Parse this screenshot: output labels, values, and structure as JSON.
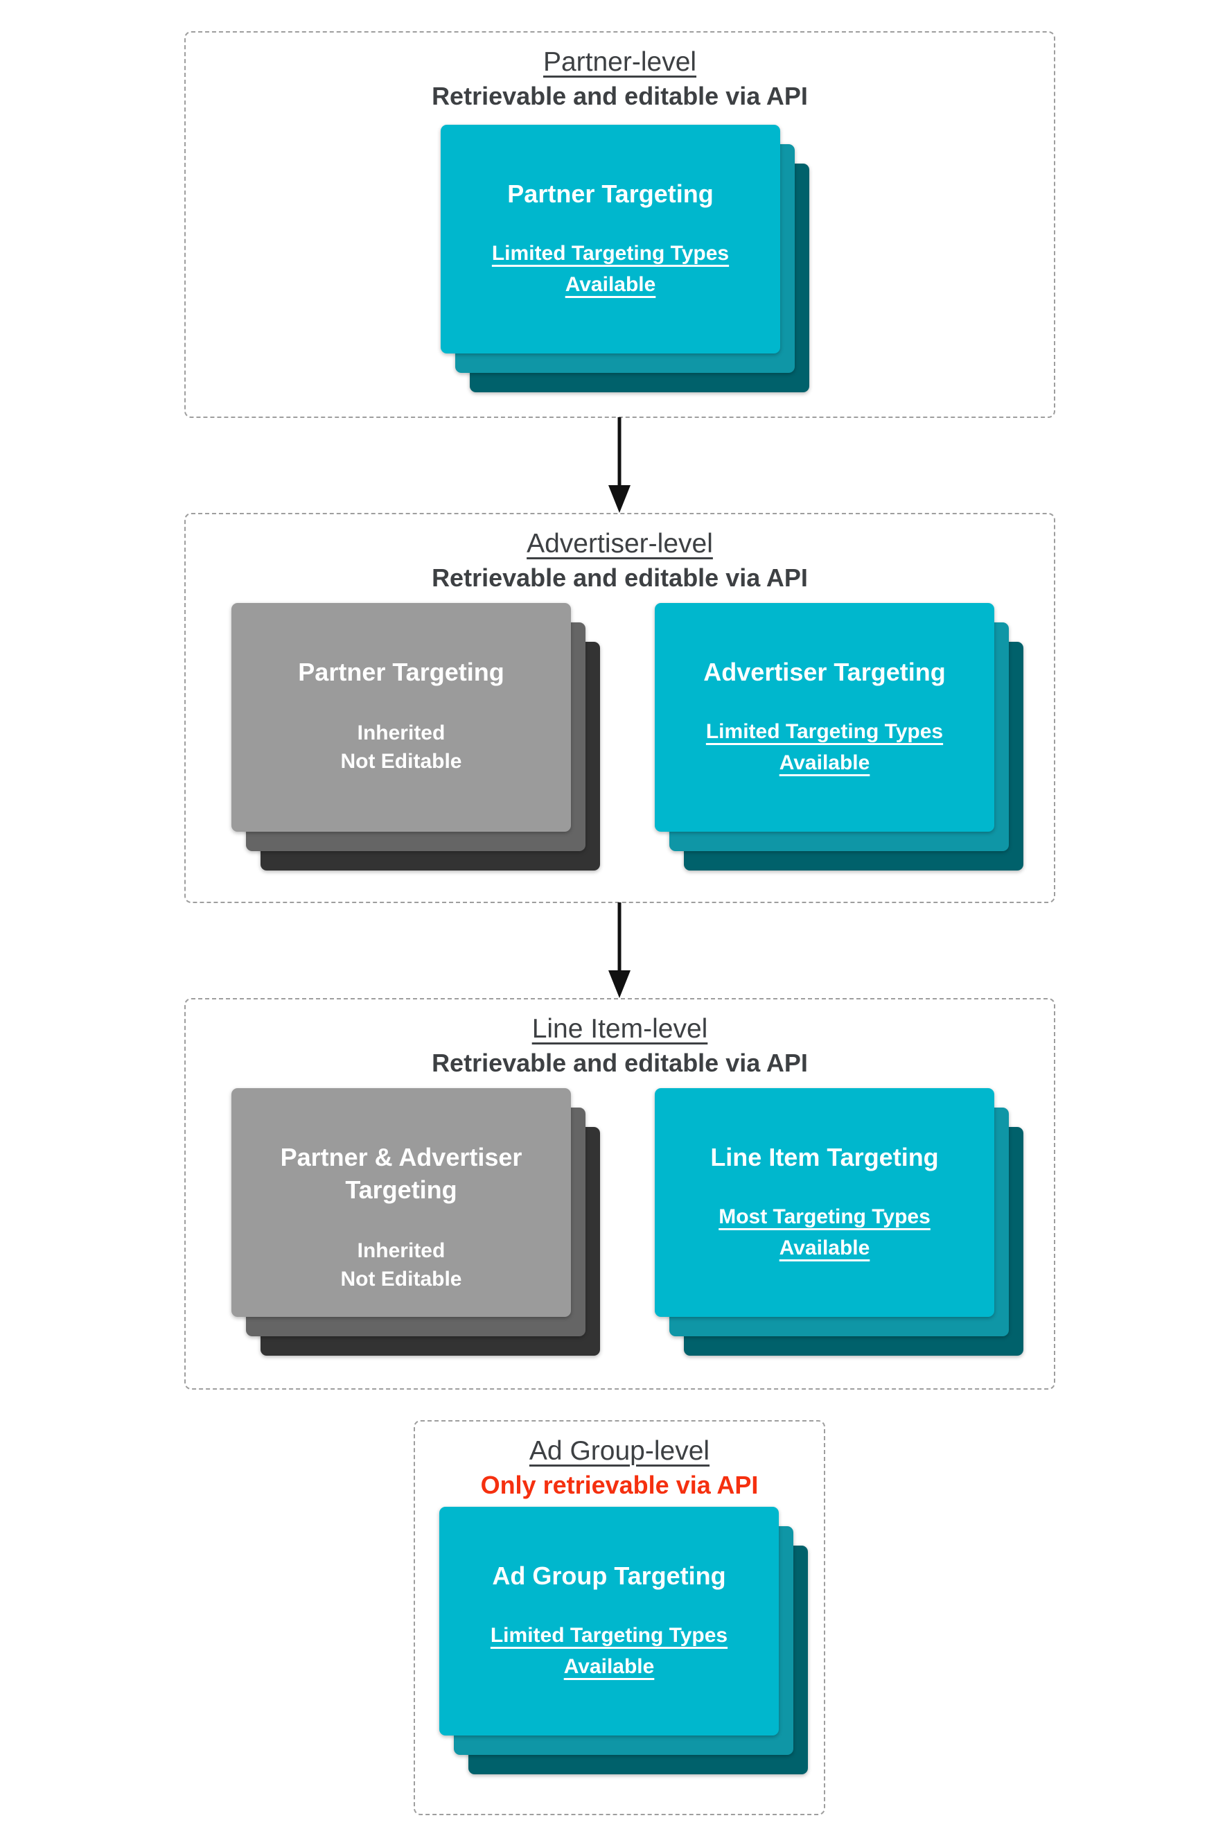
{
  "diagram": {
    "sections": [
      {
        "title": "Partner-level",
        "subtitle": "Retrievable and editable via API",
        "cards": [
          {
            "title": "Partner Targeting",
            "sub": "Limited Targeting Types Available"
          }
        ]
      },
      {
        "title": "Advertiser-level",
        "subtitle": "Retrievable and editable via API",
        "cards": [
          {
            "title": "Partner Targeting",
            "line1": "Inherited",
            "line2": "Not Editable"
          },
          {
            "title": "Advertiser Targeting",
            "sub": "Limited Targeting Types Available"
          }
        ]
      },
      {
        "title": "Line Item-level",
        "subtitle": "Retrievable and editable via API",
        "cards": [
          {
            "title": "Partner & Advertiser Targeting",
            "line1": "Inherited",
            "line2": "Not Editable"
          },
          {
            "title": "Line Item Targeting",
            "sub": "Most Targeting Types Available"
          }
        ]
      },
      {
        "title": "Ad Group-level",
        "subtitle": "Only retrievable via API",
        "cards": [
          {
            "title": "Ad Group Targeting",
            "sub": "Limited Targeting Types Available"
          }
        ]
      }
    ],
    "colors": {
      "card_teal": "#00b7cd",
      "card_teal_shadow_mid": "#0f96a6",
      "card_teal_shadow_dark": "#00616b",
      "card_gray": "#9b9b9b",
      "card_gray_shadow_mid": "#656565",
      "card_gray_shadow_dark": "#333333",
      "section_title_text": "#3d4043",
      "alert_red": "#f5300f",
      "card_text": "#ffffff",
      "dashed_border": "#9e9e9e",
      "arrow": "#111111"
    }
  }
}
